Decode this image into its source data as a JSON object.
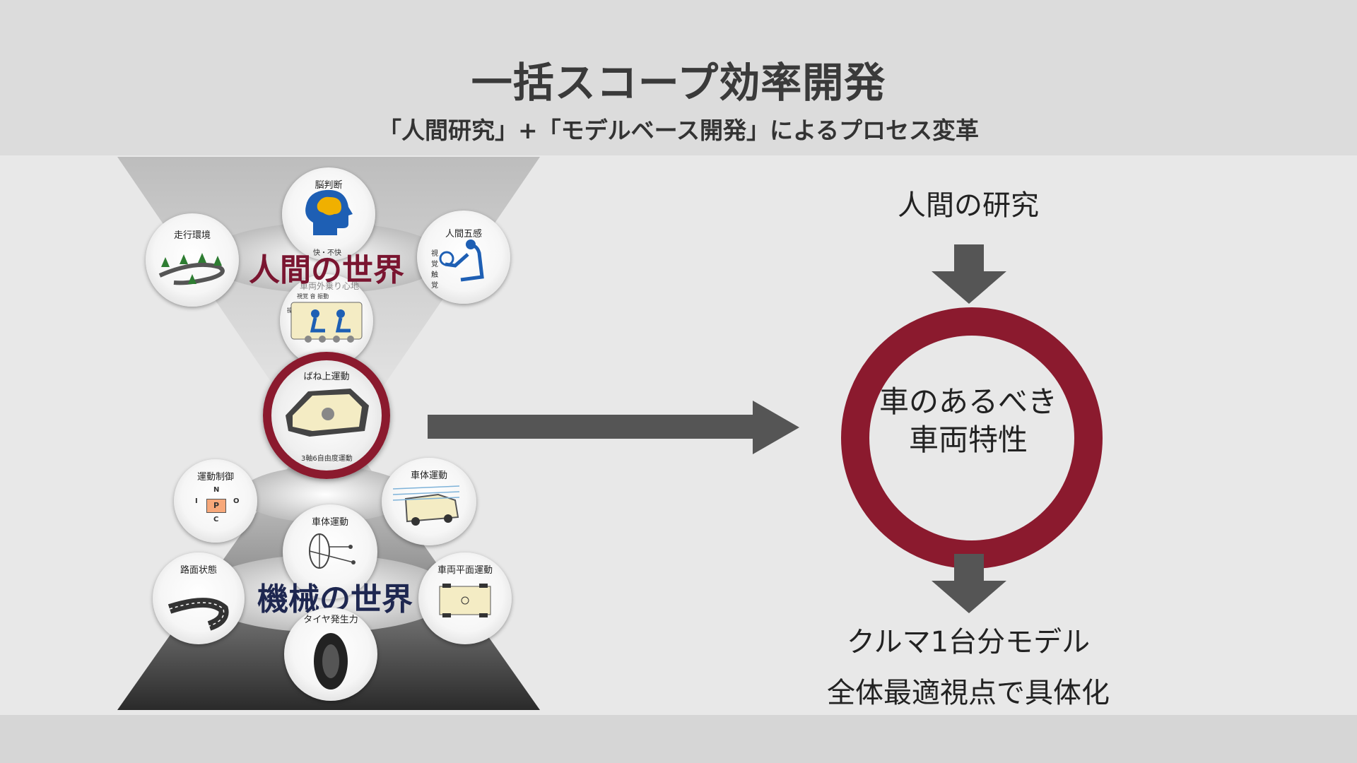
{
  "header": {
    "title": "一括スコープ効率開発",
    "subtitle": "「人間研究」+「モデルベース開発」によるプロセス変革"
  },
  "diagram": {
    "human_world_label": "人間の世界",
    "machine_world_label": "機械の世界",
    "bubbles": {
      "brain": "脳判断",
      "brain_sub": "快・不快",
      "environment": "走行環境",
      "senses": "人間五感",
      "senses_sub": "視覚 触覚",
      "driver_ops": "操作力",
      "driver_ops_sub": "視覚 音 振動",
      "driver_overlay": "車両外乗り心地",
      "sprung": "ばね上運動",
      "sprung_sub": "3軸6自由度運動",
      "motion_control": "運動制御",
      "vehicle_body_motion": "車体運動",
      "vehicle_motion": "車体運動",
      "road": "路面状態",
      "planar_motion": "車両平面運動",
      "tire": "タイヤ発生力"
    },
    "ipo": {
      "n": "N",
      "i": "I",
      "p": "P",
      "o": "O",
      "c": "C"
    }
  },
  "flow": {
    "top_label": "人間の研究",
    "ring_line1": "車のあるべき",
    "ring_line2": "車両特性",
    "bottom_line1": "クルマ1台分モデル",
    "bottom_line2": "全体最適視点で具体化"
  },
  "colors": {
    "accent_red": "#8b1a2e",
    "arrow_gray": "#555555",
    "human_label": "#7a1530",
    "machine_label": "#1e2750"
  }
}
